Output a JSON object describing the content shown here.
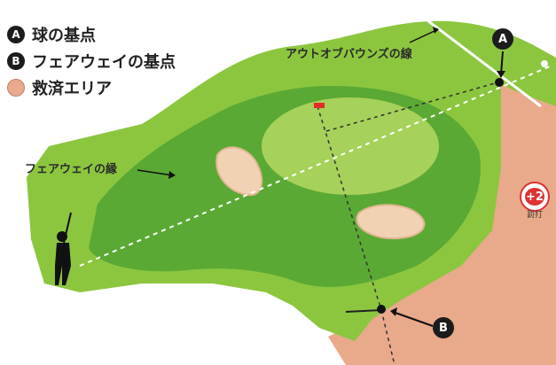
{
  "legend": {
    "items": [
      {
        "badge": "A",
        "text": "球の基点"
      },
      {
        "badge": "B",
        "text": "フェアウェイの基点"
      },
      {
        "badge": "",
        "text": "救済エリア"
      }
    ]
  },
  "annotations": {
    "out_of_bounds_line": "アウトオブバウンズの線",
    "fairway_edge": "フェアウェイの縁"
  },
  "markers": {
    "point_a": "A",
    "point_b": "B"
  },
  "penalty": {
    "strokes": "+2",
    "unit": "罰打"
  },
  "colors": {
    "rough": "#8cc63f",
    "fairway": "#5aa934",
    "green": "#a6d15a",
    "relief_area": "#e9a98b",
    "bunker": "#f2d2b4",
    "penalty_red": "#dd3333"
  }
}
